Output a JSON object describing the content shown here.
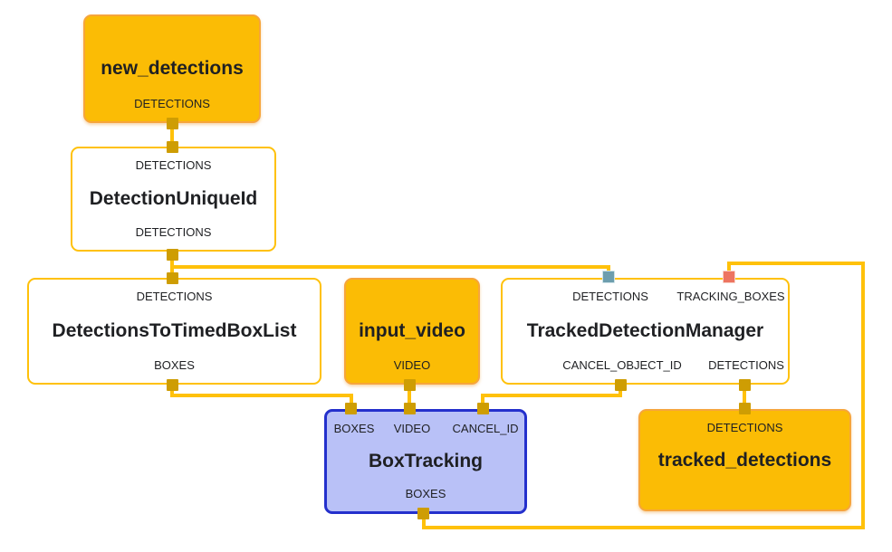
{
  "diagram": {
    "kind": "dataflow-graph",
    "nodes": [
      {
        "id": "new_detections",
        "title": "new_detections",
        "type": "stream",
        "outputs": [
          "DETECTIONS"
        ]
      },
      {
        "id": "DetectionUniqueId",
        "title": "DetectionUniqueId",
        "type": "calculator",
        "inputs": [
          "DETECTIONS"
        ],
        "outputs": [
          "DETECTIONS"
        ]
      },
      {
        "id": "DetectionsToTimedBoxList",
        "title": "DetectionsToTimedBoxList",
        "type": "calculator",
        "inputs": [
          "DETECTIONS"
        ],
        "outputs": [
          "BOXES"
        ]
      },
      {
        "id": "input_video",
        "title": "input_video",
        "type": "stream",
        "outputs": [
          "VIDEO"
        ]
      },
      {
        "id": "TrackedDetectionManager",
        "title": "TrackedDetectionManager",
        "type": "calculator",
        "inputs": [
          "DETECTIONS",
          "TRACKING_BOXES"
        ],
        "outputs": [
          "CANCEL_OBJECT_ID",
          "DETECTIONS"
        ]
      },
      {
        "id": "BoxTracking",
        "title": "BoxTracking",
        "type": "subgraph",
        "inputs": [
          "BOXES",
          "VIDEO",
          "CANCEL_ID"
        ],
        "outputs": [
          "BOXES"
        ]
      },
      {
        "id": "tracked_detections",
        "title": "tracked_detections",
        "type": "stream",
        "inputs": [
          "DETECTIONS"
        ]
      }
    ],
    "edges": [
      {
        "from": "new_detections.DETECTIONS",
        "to": "DetectionUniqueId.DETECTIONS"
      },
      {
        "from": "DetectionUniqueId.DETECTIONS",
        "to": "DetectionsToTimedBoxList.DETECTIONS"
      },
      {
        "from": "DetectionUniqueId.DETECTIONS",
        "to": "TrackedDetectionManager.DETECTIONS"
      },
      {
        "from": "DetectionsToTimedBoxList.BOXES",
        "to": "BoxTracking.BOXES"
      },
      {
        "from": "input_video.VIDEO",
        "to": "BoxTracking.VIDEO"
      },
      {
        "from": "TrackedDetectionManager.CANCEL_OBJECT_ID",
        "to": "BoxTracking.CANCEL_ID"
      },
      {
        "from": "TrackedDetectionManager.DETECTIONS",
        "to": "tracked_detections.DETECTIONS"
      },
      {
        "from": "BoxTracking.BOXES",
        "to": "TrackedDetectionManager.TRACKING_BOXES"
      }
    ],
    "colors": {
      "stream_fill": "#FBBC05",
      "stream_border": "#F6A53C",
      "calculator_border": "#FFC10A",
      "subgraph_fill": "#B9C1F7",
      "subgraph_border": "#2430CC",
      "edge": "#FFC10A",
      "port": "#CE9D03",
      "port_detections_in": "#6D9EAE",
      "port_tracking_boxes_in": "#ED7460",
      "text": "#1F2023",
      "background": "#FFFFFF"
    }
  }
}
